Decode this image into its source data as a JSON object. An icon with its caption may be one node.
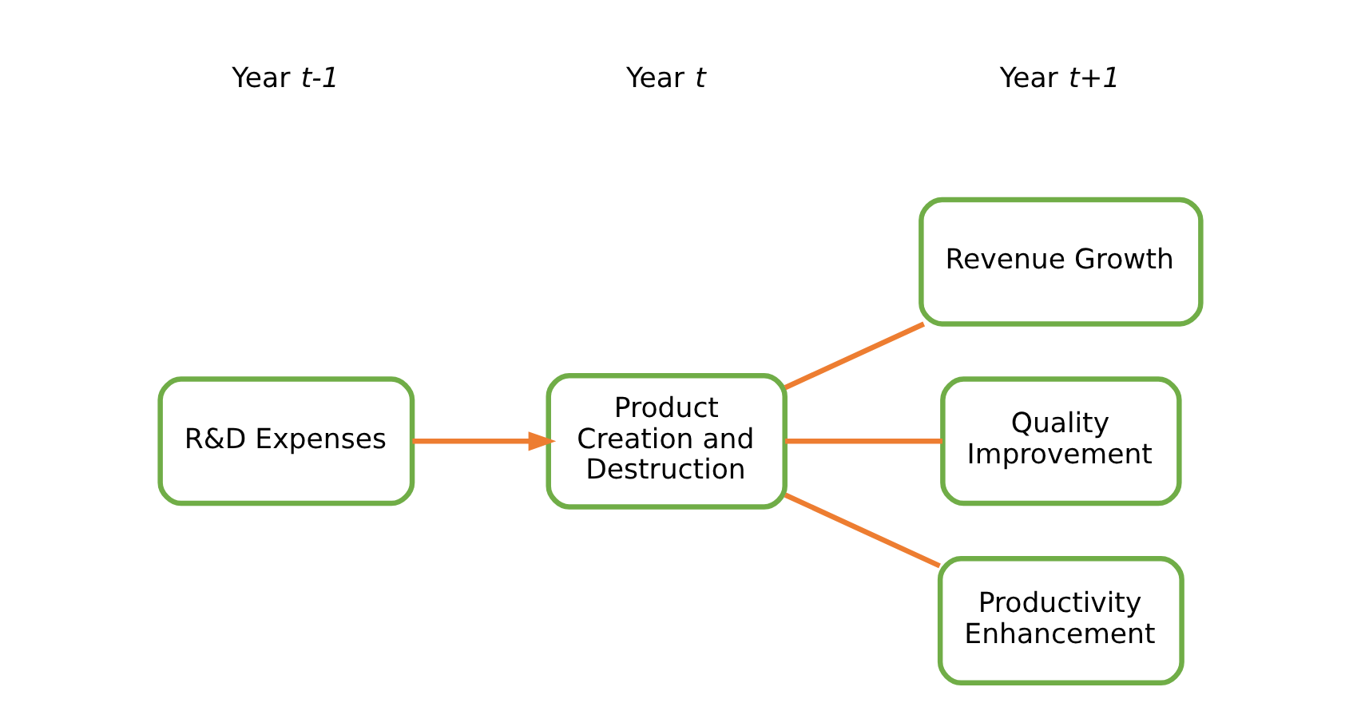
{
  "diagram": {
    "nodes": [
      {
        "text": [
          "R&D Expenses"
        ]
      },
      {
        "text": [
          "Product Creation and Destruction"
        ]
      },
      {
        "text": [
          "Revenue Growth"
        ]
      },
      {
        "text": [
          "Quality Improvement"
        ]
      },
      {
        "text": [
          "Productivity Enhancement"
        ]
      }
    ],
    "edges": [
      {
        "from": 0,
        "to": 1,
        "arrow": "to"
      },
      {
        "from": 1,
        "to": 2,
        "arrow": "none"
      },
      {
        "from": 1,
        "to": 3,
        "arrow": "none"
      },
      {
        "from": 1,
        "to": 4,
        "arrow": "none"
      }
    ],
    "labels": [
      "Year *t-1*",
      "Year *t*",
      "Year *t+1*"
    ]
  }
}
